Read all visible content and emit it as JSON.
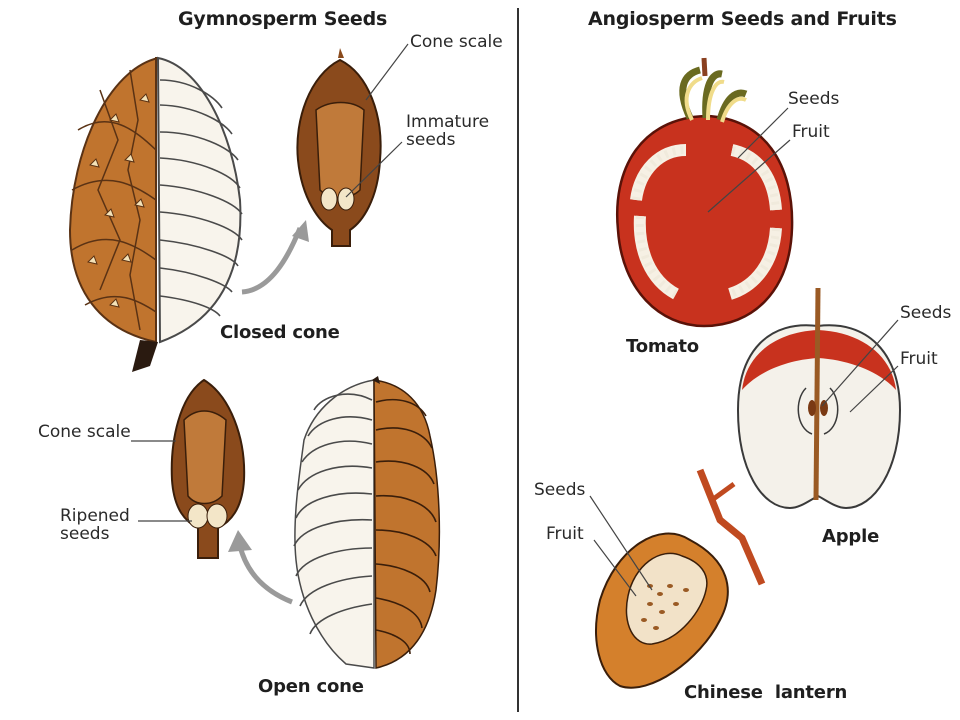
{
  "gymnosperm": {
    "heading": "Gymnosperm Seeds",
    "closed_cone": {
      "caption": "Closed cone",
      "scale_label": "Cone scale",
      "seeds_label_line1": "Immature",
      "seeds_label_line2": "seeds"
    },
    "open_cone": {
      "caption": "Open cone",
      "scale_label": "Cone scale",
      "seeds_label_line1": "Ripened",
      "seeds_label_line2": "seeds"
    }
  },
  "angiosperm": {
    "heading": "Angiosperm Seeds and Fruits",
    "tomato": {
      "caption": "Tomato",
      "seeds_label": "Seeds",
      "fruit_label": "Fruit"
    },
    "apple": {
      "caption": "Apple",
      "seeds_label": "Seeds",
      "fruit_label": "Fruit"
    },
    "lantern": {
      "caption": "Chinese  lantern",
      "seeds_label": "Seeds",
      "fruit_label": "Fruit"
    }
  }
}
